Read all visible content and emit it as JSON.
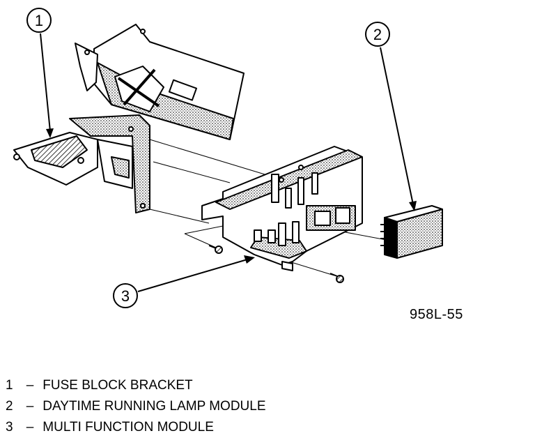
{
  "callouts": [
    {
      "number": "1"
    },
    {
      "number": "2"
    },
    {
      "number": "3"
    }
  ],
  "figure_id": "958L-55",
  "legend": [
    {
      "number": "1",
      "dash": "–",
      "label": "FUSE BLOCK BRACKET"
    },
    {
      "number": "2",
      "dash": "–",
      "label": "DAYTIME RUNNING LAMP MODULE"
    },
    {
      "number": "3",
      "dash": "–",
      "label": "MULTI FUNCTION MODULE"
    }
  ]
}
